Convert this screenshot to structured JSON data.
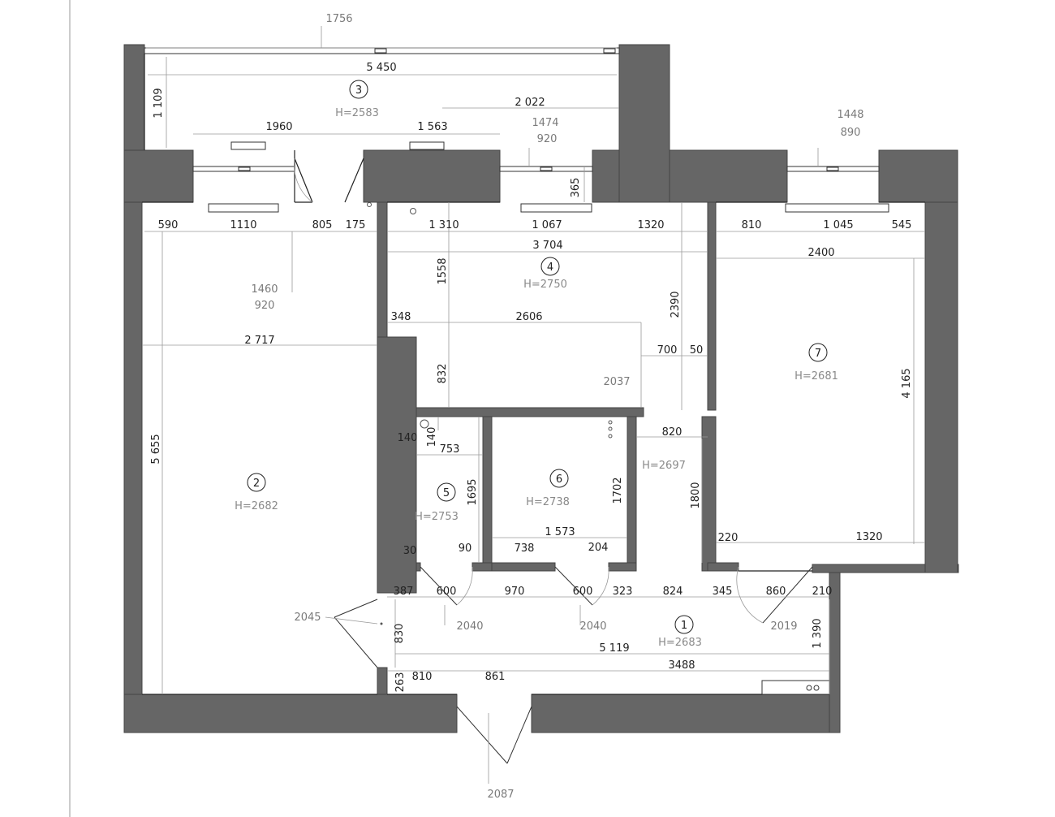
{
  "rooms": [
    {
      "num": "1",
      "height": "H=2683"
    },
    {
      "num": "2",
      "height": "H=2682"
    },
    {
      "num": "3",
      "height": "H=2583"
    },
    {
      "num": "4",
      "height": "H=2750"
    },
    {
      "num": "5",
      "height": "H=2753"
    },
    {
      "num": "6",
      "height": "H=2738"
    },
    {
      "num": "7",
      "height": "H=2681"
    }
  ],
  "extra_heights": {
    "corridor": "H=2697"
  },
  "dims": {
    "d1756": "1756",
    "d5450": "5 450",
    "d1109": "1 109",
    "d2022": "2 022",
    "d1960": "1960",
    "d1563": "1 563",
    "d1474": "1474",
    "d920a": "920",
    "d1448": "1448",
    "d890": "890",
    "d365": "365",
    "d590": "590",
    "d1110": "1110",
    "d805": "805",
    "d175": "175",
    "d1310": "1 310",
    "d1067": "1 067",
    "d1320a": "1320",
    "d810a": "810",
    "d1045": "1 045",
    "d545": "545",
    "d3704": "3 704",
    "d2400": "2400",
    "d1558": "1558",
    "d1460": "1460",
    "d920b": "920",
    "d2390": "2390",
    "d348": "348",
    "d2606": "2606",
    "d2717": "2 717",
    "d700": "700",
    "d50": "50",
    "d832": "832",
    "d2037": "2037",
    "d4165": "4 165",
    "d820": "820",
    "d140a": "140",
    "d140b": "140",
    "d753": "753",
    "d5655": "5 655",
    "d1695": "1695",
    "d1702": "1702",
    "d1800": "1800",
    "d1573": "1 573",
    "d220": "220",
    "d1320b": "1320",
    "d30": "30",
    "d90": "90",
    "d738": "738",
    "d204": "204",
    "d387": "387",
    "d600a": "600",
    "d970": "970",
    "d600b": "600",
    "d323": "323",
    "d824": "824",
    "d345": "345",
    "d860": "860",
    "d210": "210",
    "d2045": "2045",
    "d2040a": "2040",
    "d2040b": "2040",
    "d2019": "2019",
    "d830": "830",
    "d1390": "1 390",
    "d5119": "5 119",
    "d263": "263",
    "d810b": "810",
    "d861": "861",
    "d3488": "3488",
    "d2087": "2087"
  }
}
